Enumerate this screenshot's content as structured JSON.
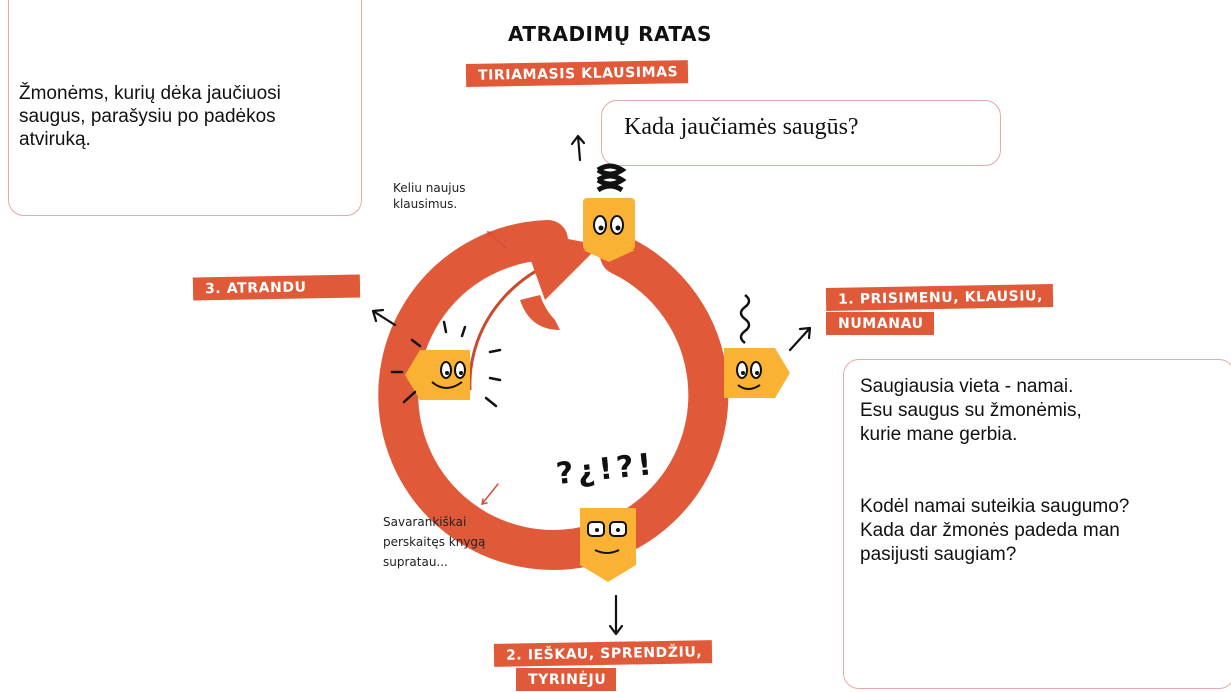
{
  "title": "ATRADIMŲ RATAS",
  "banners": {
    "question": "TIRIAMASIS KLAUSIMAS",
    "step1_line1": "1. PRISIMENU, KLAUSIU,",
    "step1_line2": "NUMANAU",
    "step2_line1": "2. IEŠKAU, SPRENDŽIU,",
    "step2_line2": "TYRINĖJU",
    "step3": "3. ATRANDU"
  },
  "notes": {
    "new_questions_line1": "Keliu naujus",
    "new_questions_line2": "klausimus.",
    "independent_line1": "Savarankiškai",
    "independent_line2": "perskaitęs knygą",
    "independent_line3": "supratau..."
  },
  "boxes": {
    "question": "Kada jaučiamės saugūs?",
    "top_left_line1": "Žmonėms, kurių dėka jaučiuosi",
    "top_left_line2": "saugus, parašysiu po padėkos",
    "top_left_line3": "atviruką.",
    "right_line1": "Saugiausia vieta - namai.",
    "right_line2": "Esu saugus su žmonėmis,",
    "right_line3": "kurie mane gerbia.",
    "right_line4": "Kodėl namai suteikia saugumo?",
    "right_line5": "Kada dar žmonės padeda man",
    "right_line6": "pasijusti saugiam?"
  },
  "doodles": {
    "question_marks": "?¿!?!",
    "exclaim": "?!"
  },
  "colors": {
    "accent": "#e05a3a",
    "box_border": "#e8a8a8",
    "character": "#f9b233"
  }
}
